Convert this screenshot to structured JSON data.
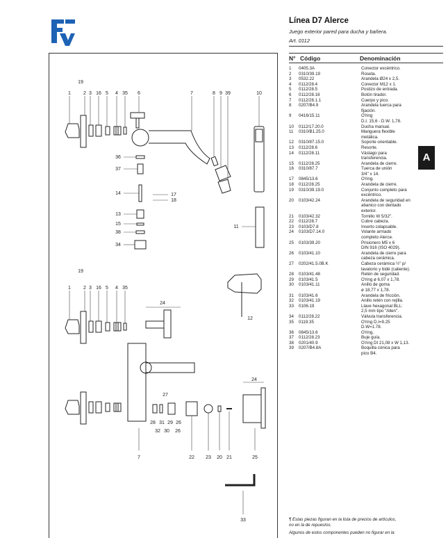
{
  "header": {
    "title": "Línea D7 Alerce",
    "subtitle": "Juego exterior pared para ducha y bañera.",
    "article": "Art. 0112"
  },
  "table": {
    "col_no": "N°",
    "col_code": "Código",
    "col_name": "Denominación",
    "rows": [
      {
        "no": "1",
        "code": "0405.3A",
        "name": "Conector excéntrico."
      },
      {
        "no": "2",
        "code": "0310/39.19",
        "name": "Roseta."
      },
      {
        "no": "3",
        "code": "0532.22",
        "name": "Arandela Ø24 x 2,5."
      },
      {
        "no": "4",
        "code": "0112/28.4",
        "name": "Conector M12 x 1."
      },
      {
        "no": "5",
        "code": "0112/28.5",
        "name": "Postizo de entrada."
      },
      {
        "no": "6",
        "code": "0112/28.16",
        "name": "Botón tirador."
      },
      {
        "no": "7",
        "code": "0112/28.1.1",
        "name": "Cuerpo y pico."
      },
      {
        "no": "8",
        "code": "0207/B4.9",
        "name": "Arandela tuerca para"
      },
      {
        "no": "",
        "code": "",
        "name": "fijación."
      },
      {
        "no": "9",
        "code": "0416/15.11",
        "name": "O'ring"
      },
      {
        "no": "",
        "code": "",
        "name": "D.I. 15,6 - D.W. 1,78."
      },
      {
        "no": "10",
        "code": "0112/17.20.0",
        "name": "Ducha manual."
      },
      {
        "no": "11",
        "code": "0310/B1.25.0",
        "name": "Manguera flexible"
      },
      {
        "no": "",
        "code": "",
        "name": "metálica."
      },
      {
        "no": "12",
        "code": "0310/87.15.0",
        "name": "Soporte orientable."
      },
      {
        "no": "13",
        "code": "0112/28.6",
        "name": "Resorte."
      },
      {
        "no": "14",
        "code": "0112/28.11",
        "name": "Vástago para"
      },
      {
        "no": "",
        "code": "",
        "name": "transferencia."
      },
      {
        "no": "15",
        "code": "0112/28.25",
        "name": "Arandela de cierre."
      },
      {
        "no": "16",
        "code": "0310/87.7",
        "name": "Tuerca de unión"
      },
      {
        "no": "",
        "code": "",
        "name": "3/4\" x 14."
      },
      {
        "no": "17",
        "code": "0845/13.6",
        "name": "O'ring."
      },
      {
        "no": "18",
        "code": "0112/28.25",
        "name": "Arandela de cierre."
      },
      {
        "no": "19",
        "code": "0310/39.19.0",
        "name": "Conjunto completo para"
      },
      {
        "no": "",
        "code": "",
        "name": "excéntrico."
      },
      {
        "no": "20",
        "code": "0103/42.24",
        "name": "Arandela de seguridad en"
      },
      {
        "no": "",
        "code": "",
        "name": "abanico con dentado"
      },
      {
        "no": "",
        "code": "",
        "name": "exterior."
      },
      {
        "no": "21",
        "code": "0103/42.32",
        "name": "Tornillo W 5/32\"."
      },
      {
        "no": "22",
        "code": "0112/28.7",
        "name": "Cubre cabeza."
      },
      {
        "no": "23",
        "code": "0103/D7.8",
        "name": "Inserto colapsable."
      },
      {
        "no": "24",
        "code": "0103/D7.14.0",
        "name": "Volante armado"
      },
      {
        "no": "",
        "code": "",
        "name": "completo Alerce."
      },
      {
        "no": "25",
        "code": "0103/39.20",
        "name": "Prisionero M5 x 6"
      },
      {
        "no": "",
        "code": "",
        "name": "DIN 916 (ISO 4029)."
      },
      {
        "no": "26",
        "code": "0103/41.10",
        "name": "Arandela de cierre para"
      },
      {
        "no": "",
        "code": "",
        "name": "cabeza cerámica."
      },
      {
        "no": "27",
        "code": "0202/41.5.0B.K",
        "name": "Cabeza cerámica ½\" p/"
      },
      {
        "no": "",
        "code": "",
        "name": "lavatorio y bidé (caliente)."
      },
      {
        "no": "28",
        "code": "0103/41.48",
        "name": "Retén de seguridad."
      },
      {
        "no": "29",
        "code": "0103/41.5",
        "name": "O'ring ø 6,07 x 1,78."
      },
      {
        "no": "30",
        "code": "0103/41.11",
        "name": "Anillo de goma"
      },
      {
        "no": "",
        "code": "",
        "name": "ø 18,77 x 1,78."
      },
      {
        "no": "31",
        "code": "0103/41.6",
        "name": "Arandela de fricción."
      },
      {
        "no": "32",
        "code": "0103/41.19",
        "name": "Anillo retén con rejilla."
      },
      {
        "no": "33",
        "code": "0106.19",
        "name": "Llave hexagonal BLL:"
      },
      {
        "no": "",
        "code": "",
        "name": "2,5 mm tipo \"Allen\"."
      },
      {
        "no": "34",
        "code": "0112/28.22",
        "name": "Válvula transferencia."
      },
      {
        "no": "35",
        "code": "0119.35",
        "name": "O'ring D.I=9.25"
      },
      {
        "no": "",
        "code": "",
        "name": "D.W=1.78."
      },
      {
        "no": "36",
        "code": "0845/13.6",
        "name": "O'ring."
      },
      {
        "no": "37",
        "code": "0112/28.23",
        "name": "Buje guía."
      },
      {
        "no": "38",
        "code": "0201/40.9",
        "name": "O'ring DI 21,08 x W 1,13."
      },
      {
        "no": "39",
        "code": "0207/B4.8A",
        "name": "Boquilla cónica para"
      },
      {
        "no": "",
        "code": "",
        "name": "pico B4."
      }
    ]
  },
  "footnote": {
    "line1": "¶ Estas piezas figuran en la lista de precios de artículos,",
    "line2": "no en la de repuestos.",
    "line3": "Algunos de estos componentes pueden no figurar en la"
  },
  "section_tab": "A",
  "diagram": {
    "labels_top": [
      "19",
      "1",
      "2",
      "3",
      "16",
      "5",
      "4",
      "35",
      "6",
      "7",
      "8",
      "9",
      "39",
      "10"
    ],
    "labels_mid": [
      "36",
      "37",
      "14",
      "17",
      "18",
      "13",
      "15",
      "38",
      "34",
      "11"
    ],
    "labels_bottom": [
      "19",
      "1",
      "2",
      "3",
      "16",
      "5",
      "4",
      "35",
      "24",
      "12",
      "27",
      "24",
      "28",
      "31",
      "29",
      "26",
      "32",
      "30",
      "26",
      "7",
      "22",
      "23",
      "20",
      "21",
      "25",
      "33"
    ]
  }
}
